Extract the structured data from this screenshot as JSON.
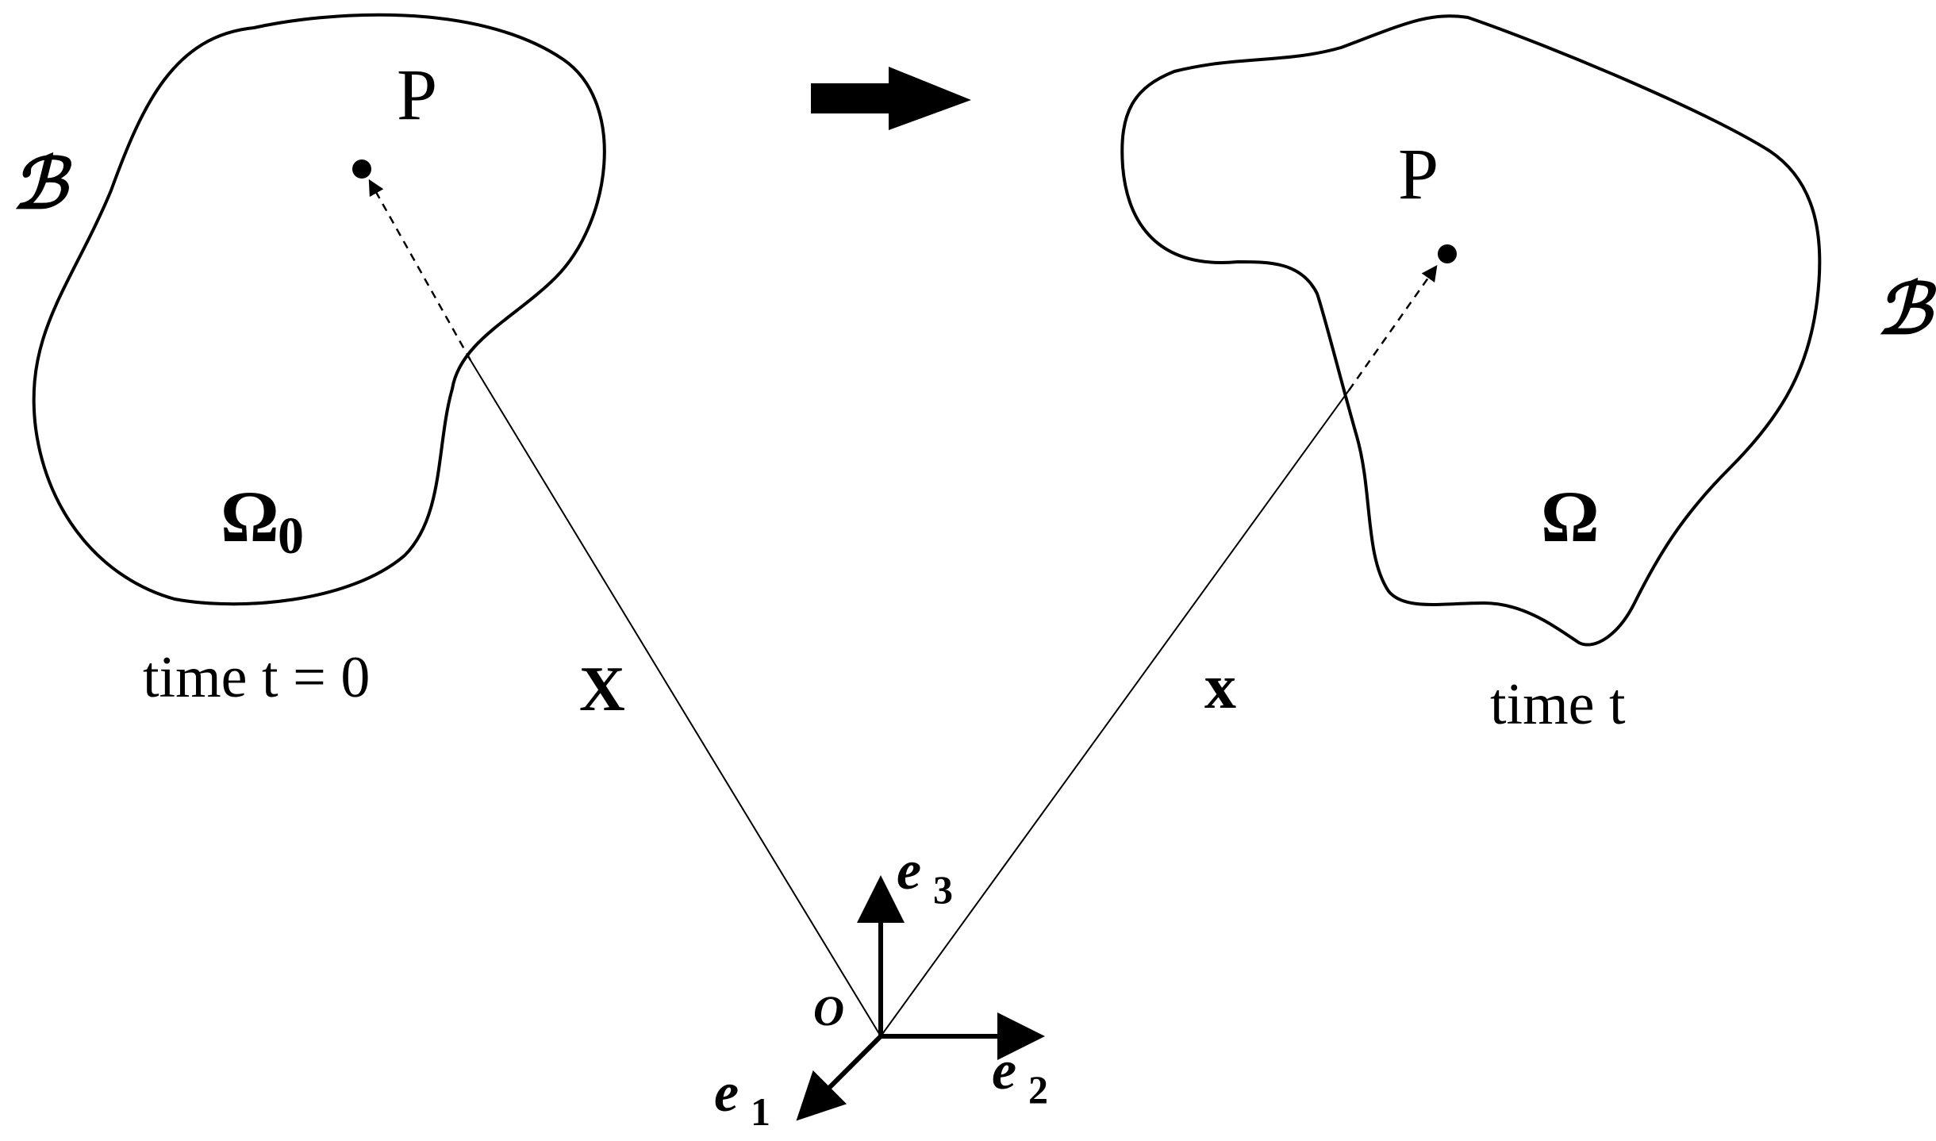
{
  "diagram": {
    "left_body": {
      "body_label": "ℬ",
      "point_label": "P",
      "region_label": "Ω",
      "region_subscript": "0",
      "time_label": "time t = 0"
    },
    "right_body": {
      "body_label": "ℬ",
      "point_label": "P",
      "region_label": "Ω",
      "time_label": "time t"
    },
    "vectors": {
      "reference_label": "X",
      "current_label": "x"
    },
    "axes": {
      "origin_label": "O",
      "e1_label": "e",
      "e1_sub": "1",
      "e2_label": "e",
      "e2_sub": "2",
      "e3_label": "e",
      "e3_sub": "3"
    },
    "colors": {
      "stroke": "#000000",
      "background": "#ffffff"
    }
  }
}
